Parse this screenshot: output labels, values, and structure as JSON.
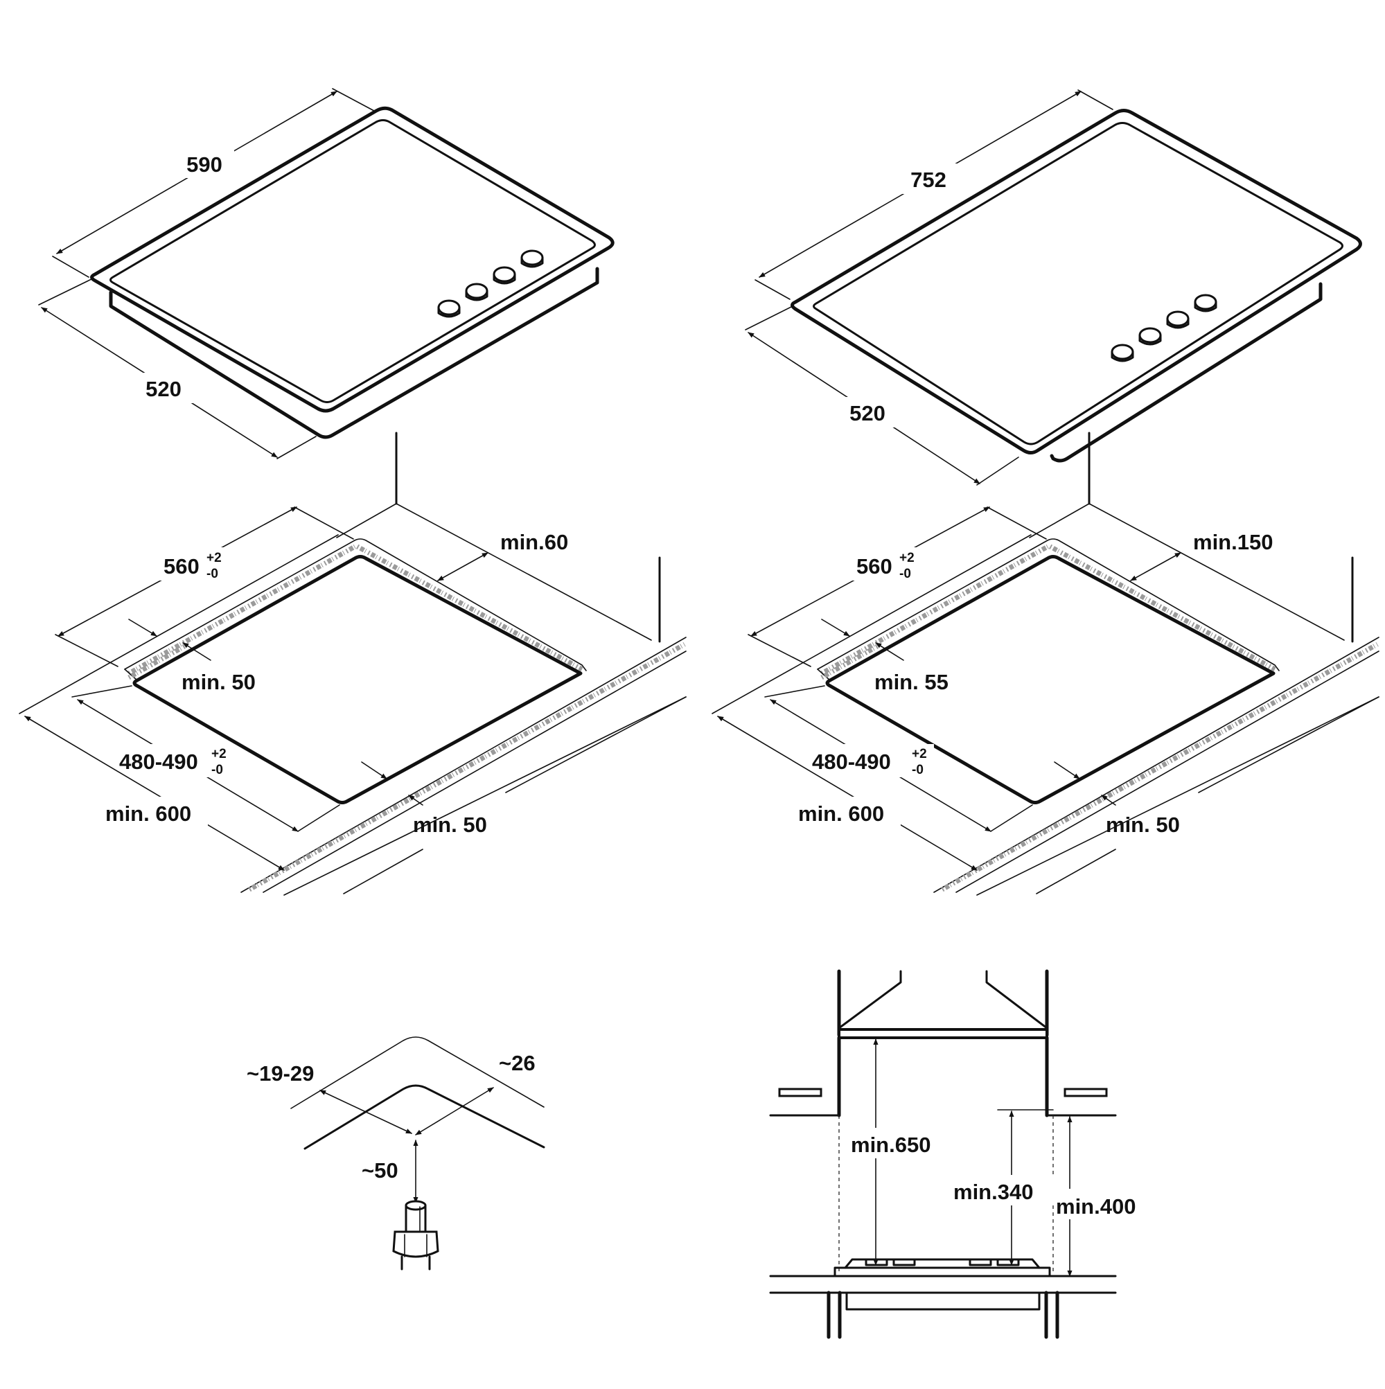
{
  "hob_small": {
    "width": "590",
    "depth": "520",
    "knobs": 4
  },
  "hob_large": {
    "width": "752",
    "depth": "520",
    "knobs": 4
  },
  "cutout_small": {
    "cut_width": "560",
    "cut_width_tol_plus": "+2",
    "cut_width_tol_minus": "-0",
    "cut_depth": "480-490",
    "cut_depth_tol_plus": "+2",
    "cut_depth_tol_minus": "-0",
    "back_clearance": "min.60",
    "side_clearance": "min. 50",
    "front_clearance": "min. 50",
    "worktop_depth": "min. 600"
  },
  "cutout_large": {
    "cut_width": "560",
    "cut_width_tol_plus": "+2",
    "cut_width_tol_minus": "-0",
    "cut_depth": "480-490",
    "cut_depth_tol_plus": "+2",
    "cut_depth_tol_minus": "-0",
    "back_clearance": "min.150",
    "side_clearance": "min. 55",
    "front_clearance": "min. 50",
    "worktop_depth": "min. 600"
  },
  "connector": {
    "dim_left": "~19-29",
    "dim_right": "~26",
    "dim_down": "~50"
  },
  "hood": {
    "hood_clearance": "min.650",
    "cabinet_clearance": "min.340",
    "side_cabinet_clearance": "min.400"
  }
}
